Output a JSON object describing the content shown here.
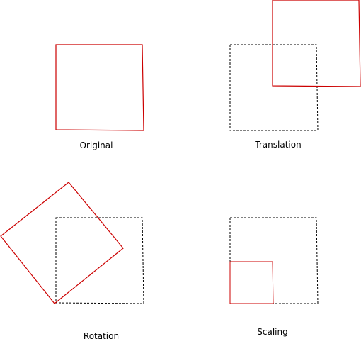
{
  "colors": {
    "transformed": "#cc0000",
    "reference": "#000000",
    "background": "#ffffff"
  },
  "panels": [
    {
      "id": "original",
      "caption": "Original"
    },
    {
      "id": "translation",
      "caption": "Translation"
    },
    {
      "id": "rotation",
      "caption": "Rotation"
    },
    {
      "id": "scaling",
      "caption": "Scaling"
    }
  ]
}
